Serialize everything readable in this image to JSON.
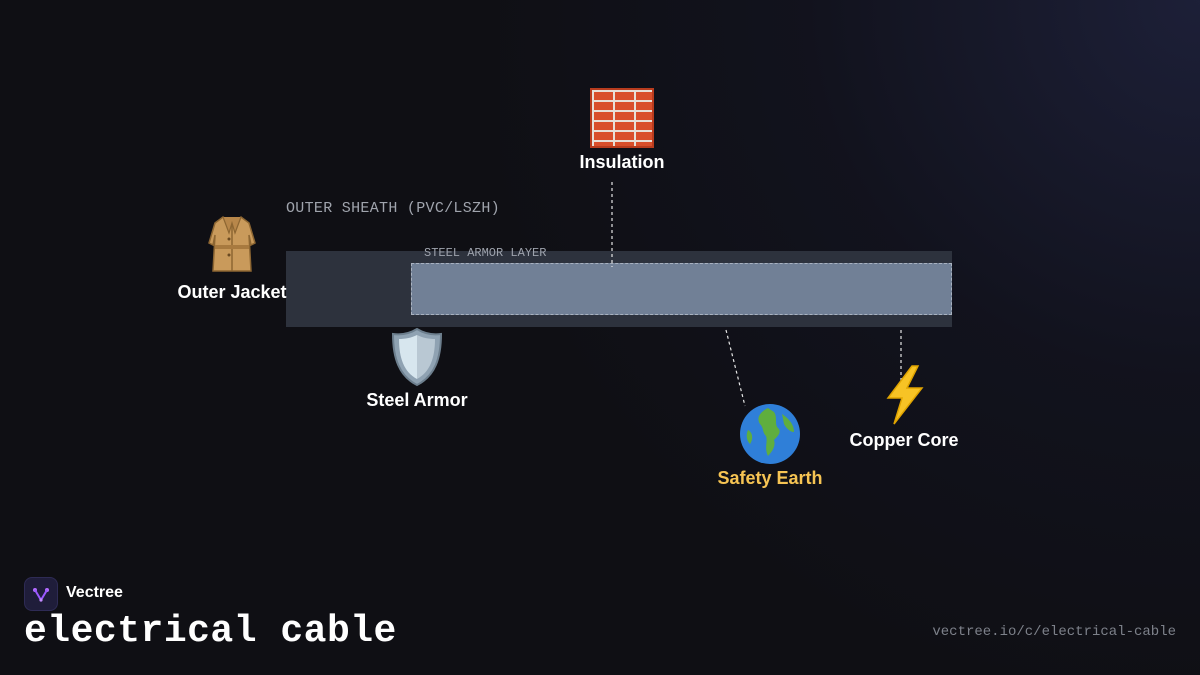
{
  "diagram": {
    "outer_sheath_label": "OUTER SHEATH (PVC/LSZH)",
    "armor_layer_label": "STEEL ARMOR LAYER",
    "components": {
      "insulation": {
        "label": "Insulation",
        "icon": "brick-wall-icon"
      },
      "outer_jacket": {
        "label": "Outer Jacket",
        "icon": "coat-icon"
      },
      "steel_armor": {
        "label": "Steel Armor",
        "icon": "shield-icon"
      },
      "safety_earth": {
        "label": "Safety Earth",
        "icon": "globe-icon",
        "color": "#f6c453"
      },
      "copper_core": {
        "label": "Copper Core",
        "icon": "lightning-icon"
      }
    }
  },
  "footer": {
    "brand": "Vectree",
    "title": "electrical cable",
    "url": "vectree.io/c/electrical-cable"
  },
  "colors": {
    "background": "#0f0f14",
    "sheath": "#2d323d",
    "armor": "#718096",
    "accent": "#f6c453"
  }
}
